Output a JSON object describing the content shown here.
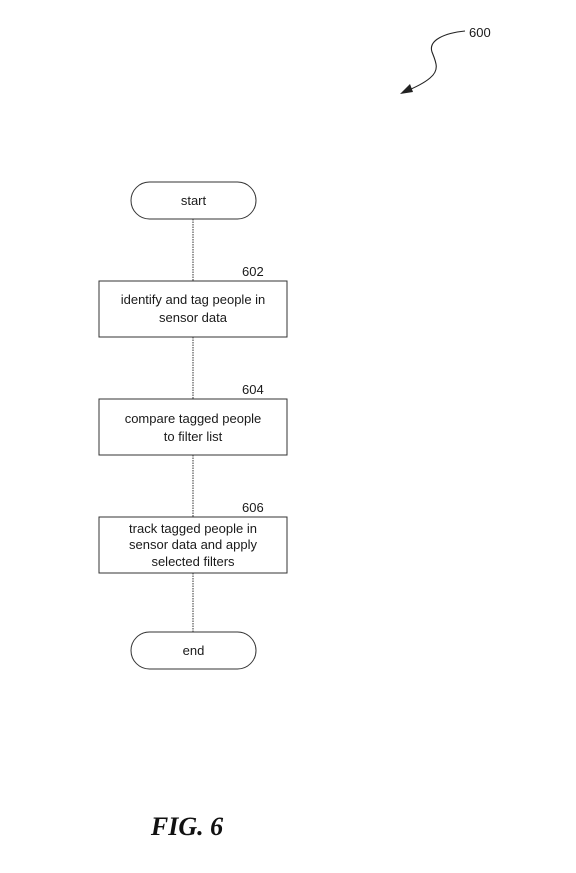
{
  "figure_ref": "600",
  "nodes": {
    "start": {
      "label": "start"
    },
    "step1": {
      "ref": "602",
      "lines": [
        "identify and tag people in",
        "sensor data"
      ]
    },
    "step2": {
      "ref": "604",
      "lines": [
        "compare tagged people",
        "to filter list"
      ]
    },
    "step3": {
      "ref": "606",
      "lines": [
        "track tagged people in",
        "sensor data and apply",
        "selected filters"
      ]
    },
    "end": {
      "label": "end"
    }
  },
  "caption": "FIG. 6"
}
